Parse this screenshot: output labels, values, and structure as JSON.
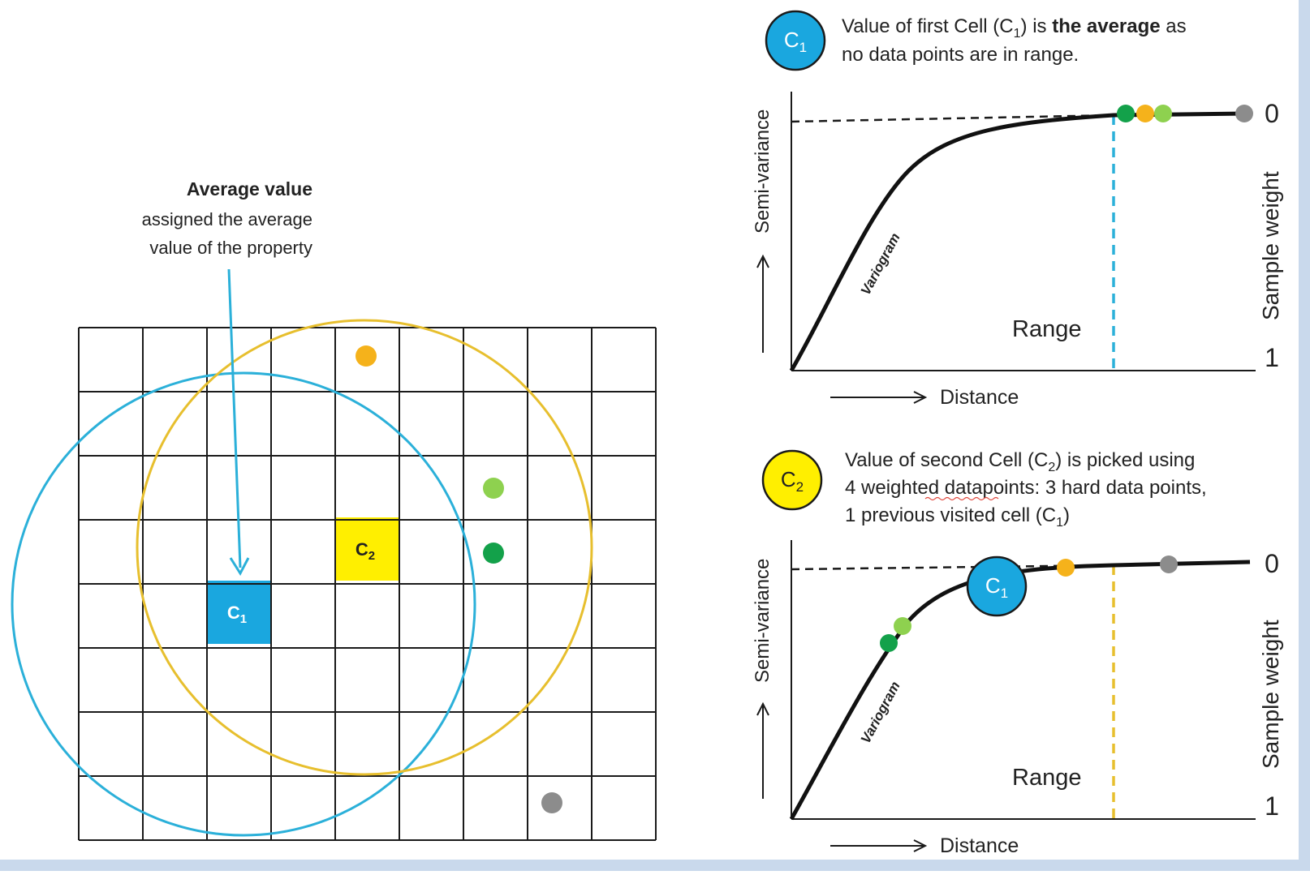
{
  "colors": {
    "grid_line": "#1a1a1a",
    "blue": "#1aa7df",
    "blue_circle": "#2bb0d9",
    "yellow": "#ffef00",
    "yellow_circle": "#e7bf2e",
    "orange": "#f5b21b",
    "light_green": "#8ed14f",
    "dark_green": "#13a14a",
    "gray": "#8c8c8c",
    "text": "#222222",
    "frame": "#c9d9ec"
  },
  "grid_panel": {
    "callout": {
      "title": "Average value",
      "line1": "assigned the average",
      "line2": "value of the property"
    },
    "grid": {
      "cols": 9,
      "rows": 8
    },
    "cells": [
      {
        "key": "c1",
        "col": 2,
        "row": 4,
        "label_main": "C",
        "label_sub": "1"
      },
      {
        "key": "c2",
        "col": 4,
        "row": 3,
        "label_main": "C",
        "label_sub": "2"
      }
    ]
  },
  "top_chart": {
    "badge": {
      "main": "C",
      "sub": "1"
    },
    "caption": {
      "line1_pre": "Value of first Cell (C",
      "line1_sub": "1",
      "line1_mid": ") is ",
      "line1_bold": "the average",
      "line1_post": " as",
      "line2": "no data points are in range."
    },
    "y_label": "Semi-variance",
    "y2_label": "Sample weight",
    "x_label": "Distance",
    "range_label": "Range",
    "curve_label": "Variogram",
    "weight_top": "0",
    "weight_bottom": "1"
  },
  "bottom_chart": {
    "badge": {
      "main": "C",
      "sub": "2"
    },
    "caption": {
      "line1_pre": "Value of second Cell (C",
      "line1_sub": "2",
      "line1_post": ") is picked using",
      "line2": "4 weighted datapoints: 3 hard data points,",
      "line3_pre": "1 previous visited cell (C",
      "line3_sub": "1",
      "line3_post": ")"
    },
    "c1_marker": {
      "main": "C",
      "sub": "1"
    },
    "y_label": "Semi-variance",
    "y2_label": "Sample weight",
    "x_label": "Distance",
    "range_label": "Range",
    "curve_label": "Variogram",
    "weight_top": "0",
    "weight_bottom": "1"
  }
}
